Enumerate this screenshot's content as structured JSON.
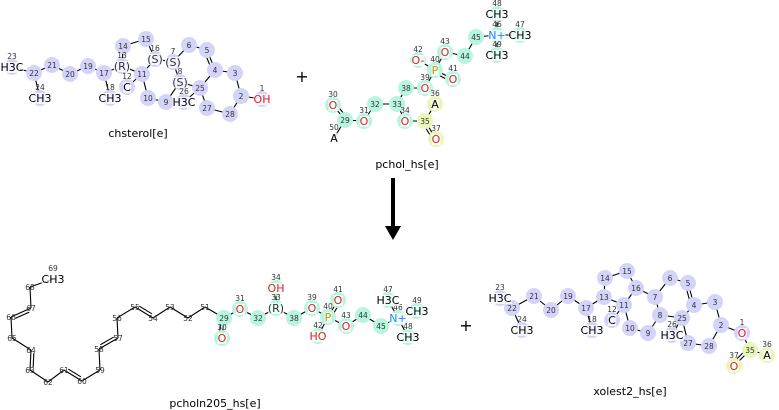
{
  "colors": {
    "highlight_blue": "#d4d4fa",
    "highlight_cyan": "#b8f5e0",
    "highlight_yellow": "#e8f7b8",
    "oxygen": "#e0202a",
    "nitrogen": "#3080ff",
    "phosphorus": "#d09000"
  },
  "operators": {
    "plus_top": "+",
    "plus_bottom": "+"
  },
  "molecules": [
    {
      "name": "chsterol[e]",
      "atoms": [
        {
          "n": "1",
          "s": "OH"
        },
        {
          "n": "2",
          "s": ""
        },
        {
          "n": "3",
          "s": ""
        },
        {
          "n": "4",
          "s": ""
        },
        {
          "n": "5",
          "s": ""
        },
        {
          "n": "6",
          "s": ""
        },
        {
          "n": "7",
          "s": "(S)"
        },
        {
          "n": "8",
          "s": "(S)"
        },
        {
          "n": "9",
          "s": ""
        },
        {
          "n": "10",
          "s": ""
        },
        {
          "n": "11",
          "s": ""
        },
        {
          "n": "12",
          "s": "C"
        },
        {
          "n": "13",
          "s": "(R)"
        },
        {
          "n": "14",
          "s": ""
        },
        {
          "n": "15",
          "s": ""
        },
        {
          "n": "16",
          "s": "(S)"
        },
        {
          "n": "17",
          "s": ""
        },
        {
          "n": "18",
          "s": "CH3"
        },
        {
          "n": "19",
          "s": ""
        },
        {
          "n": "20",
          "s": ""
        },
        {
          "n": "21",
          "s": ""
        },
        {
          "n": "22",
          "s": ""
        },
        {
          "n": "23",
          "s": "H3C"
        },
        {
          "n": "24",
          "s": "CH3"
        },
        {
          "n": "25",
          "s": ""
        },
        {
          "n": "26",
          "s": "H3C"
        },
        {
          "n": "27",
          "s": ""
        },
        {
          "n": "28",
          "s": ""
        }
      ]
    },
    {
      "name": "pchol_hs[e]",
      "atoms": [
        {
          "n": "29",
          "s": ""
        },
        {
          "n": "30",
          "s": "O"
        },
        {
          "n": "31",
          "s": "O"
        },
        {
          "n": "32",
          "s": ""
        },
        {
          "n": "33",
          "s": ""
        },
        {
          "n": "34",
          "s": "O"
        },
        {
          "n": "35",
          "s": ""
        },
        {
          "n": "36",
          "s": "A"
        },
        {
          "n": "37",
          "s": "O"
        },
        {
          "n": "38",
          "s": ""
        },
        {
          "n": "39",
          "s": "O"
        },
        {
          "n": "40",
          "s": "P"
        },
        {
          "n": "41",
          "s": "O"
        },
        {
          "n": "42",
          "s": "O-"
        },
        {
          "n": "43",
          "s": "O"
        },
        {
          "n": "44",
          "s": ""
        },
        {
          "n": "45",
          "s": ""
        },
        {
          "n": "46",
          "s": "N+"
        },
        {
          "n": "47",
          "s": "CH3"
        },
        {
          "n": "48",
          "s": "CH3"
        },
        {
          "n": "49",
          "s": "CH3"
        },
        {
          "n": "50",
          "s": "A"
        }
      ]
    },
    {
      "name": "pcholn205_hs[e]",
      "atoms": [
        {
          "n": "29",
          "s": ""
        },
        {
          "n": "30",
          "s": "O"
        },
        {
          "n": "31",
          "s": "O"
        },
        {
          "n": "32",
          "s": ""
        },
        {
          "n": "33",
          "s": "(R)"
        },
        {
          "n": "34",
          "s": "OH"
        },
        {
          "n": "38",
          "s": ""
        },
        {
          "n": "39",
          "s": "O"
        },
        {
          "n": "40",
          "s": "P"
        },
        {
          "n": "41",
          "s": "O"
        },
        {
          "n": "42",
          "s": "HO"
        },
        {
          "n": "43",
          "s": "O"
        },
        {
          "n": "44",
          "s": ""
        },
        {
          "n": "45",
          "s": ""
        },
        {
          "n": "46",
          "s": "N+"
        },
        {
          "n": "47",
          "s": "H3C"
        },
        {
          "n": "48",
          "s": "CH3"
        },
        {
          "n": "49",
          "s": "CH3"
        },
        {
          "n": "51",
          "s": ""
        },
        {
          "n": "52",
          "s": ""
        },
        {
          "n": "53",
          "s": ""
        },
        {
          "n": "54",
          "s": ""
        },
        {
          "n": "55",
          "s": ""
        },
        {
          "n": "56",
          "s": ""
        },
        {
          "n": "57",
          "s": ""
        },
        {
          "n": "58",
          "s": ""
        },
        {
          "n": "59",
          "s": ""
        },
        {
          "n": "60",
          "s": ""
        },
        {
          "n": "61",
          "s": ""
        },
        {
          "n": "62",
          "s": ""
        },
        {
          "n": "63",
          "s": ""
        },
        {
          "n": "64",
          "s": ""
        },
        {
          "n": "65",
          "s": ""
        },
        {
          "n": "66",
          "s": ""
        },
        {
          "n": "67",
          "s": ""
        },
        {
          "n": "68",
          "s": ""
        },
        {
          "n": "69",
          "s": "CH3"
        }
      ]
    },
    {
      "name": "xolest2_hs[e]",
      "atoms": [
        {
          "n": "1",
          "s": "O"
        },
        {
          "n": "2",
          "s": ""
        },
        {
          "n": "3",
          "s": ""
        },
        {
          "n": "4",
          "s": ""
        },
        {
          "n": "5",
          "s": ""
        },
        {
          "n": "6",
          "s": ""
        },
        {
          "n": "7",
          "s": ""
        },
        {
          "n": "8",
          "s": ""
        },
        {
          "n": "9",
          "s": ""
        },
        {
          "n": "10",
          "s": ""
        },
        {
          "n": "11",
          "s": ""
        },
        {
          "n": "12",
          "s": "C"
        },
        {
          "n": "13",
          "s": ""
        },
        {
          "n": "14",
          "s": ""
        },
        {
          "n": "15",
          "s": ""
        },
        {
          "n": "16",
          "s": ""
        },
        {
          "n": "17",
          "s": ""
        },
        {
          "n": "18",
          "s": "CH3"
        },
        {
          "n": "19",
          "s": ""
        },
        {
          "n": "20",
          "s": ""
        },
        {
          "n": "21",
          "s": ""
        },
        {
          "n": "22",
          "s": ""
        },
        {
          "n": "23",
          "s": "H3C"
        },
        {
          "n": "24",
          "s": "CH3"
        },
        {
          "n": "25",
          "s": ""
        },
        {
          "n": "26",
          "s": "H3C"
        },
        {
          "n": "27",
          "s": ""
        },
        {
          "n": "28",
          "s": ""
        },
        {
          "n": "35",
          "s": ""
        },
        {
          "n": "36",
          "s": "A"
        },
        {
          "n": "37",
          "s": "O"
        }
      ]
    }
  ]
}
